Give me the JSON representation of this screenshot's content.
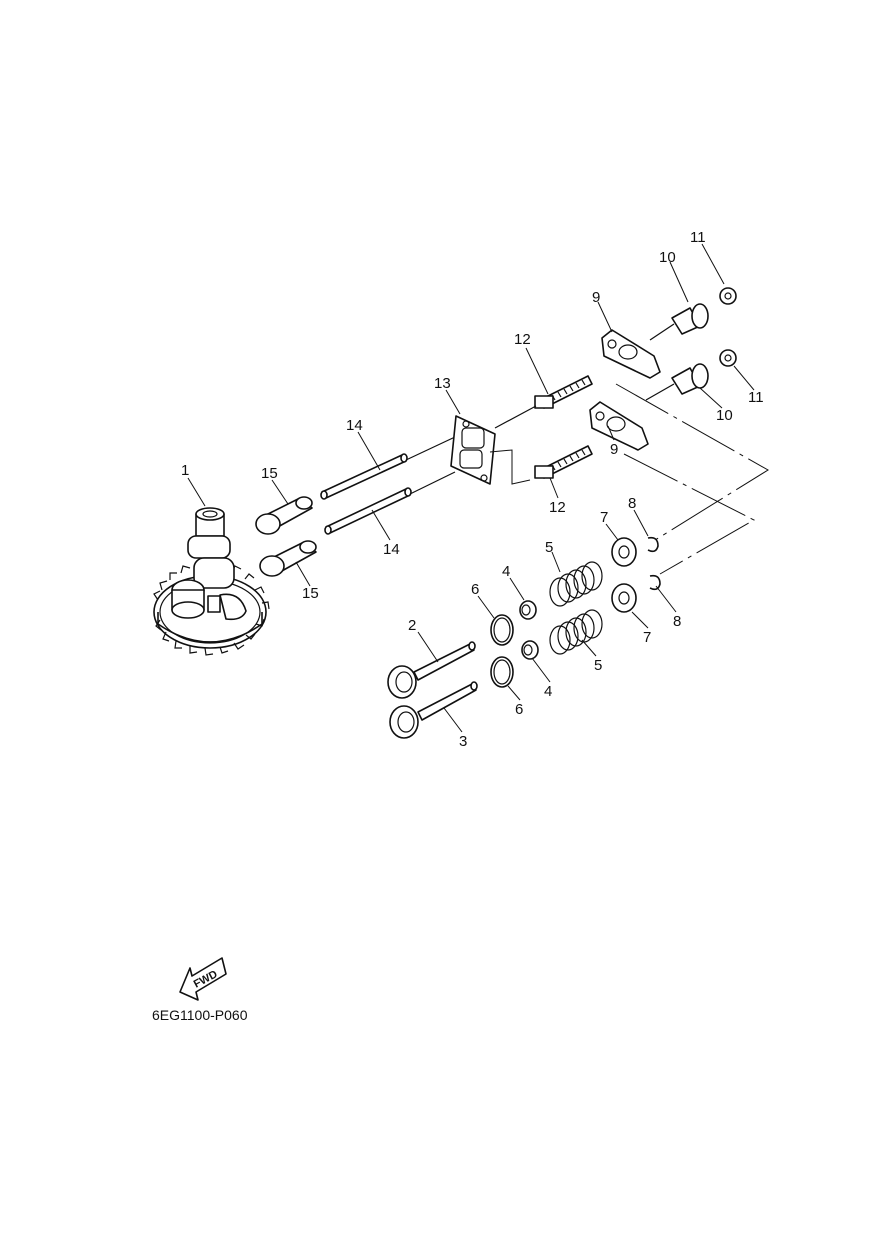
{
  "callouts": {
    "c1": "1",
    "c2": "2",
    "c3": "3",
    "c4a": "4",
    "c4b": "4",
    "c5a": "5",
    "c5b": "5",
    "c6a": "6",
    "c6b": "6",
    "c7a": "7",
    "c7b": "7",
    "c8a": "8",
    "c8b": "8",
    "c9a": "9",
    "c9b": "9",
    "c10a": "10",
    "c10b": "10",
    "c11a": "11",
    "c11b": "11",
    "c12a": "12",
    "c12b": "12",
    "c13": "13",
    "c14a": "14",
    "c14b": "14",
    "c15a": "15",
    "c15b": "15"
  },
  "fwd_label": "FWD",
  "diagram_code": "6EG1100-P060",
  "icons": {
    "fwd": "fwd-arrow-icon"
  }
}
